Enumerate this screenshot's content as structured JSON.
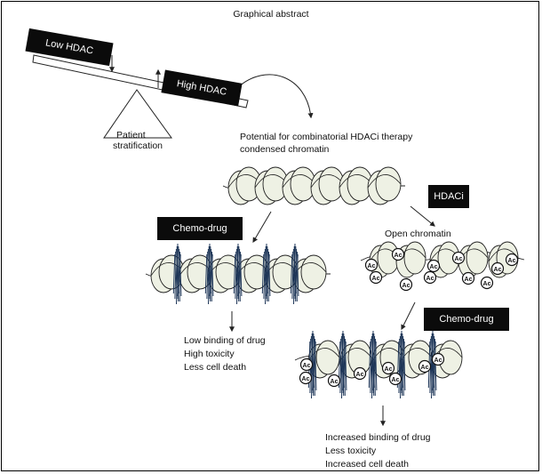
{
  "title": "Graphical abstract",
  "seesaw": {
    "low_label": "Low HDAC",
    "high_label": "High HDAC",
    "fulcrum_line1": "Patient",
    "fulcrum_line2": "stratification"
  },
  "potential_line1": "Potential for combinatorial HDACi therapy",
  "potential_line2": "condensed chromatin",
  "hdaci_label": "HDACi",
  "open_chromatin_label": "Open chromatin",
  "chemo_left_label": "Chemo-drug",
  "chemo_right_label": "Chemo-drug",
  "outcome_left": [
    "Low binding of drug",
    "High toxicity",
    "Less cell death"
  ],
  "outcome_right": [
    "Increased binding of drug",
    "Less toxicity",
    "Increased cell death"
  ],
  "acetyl_mark": "Ac",
  "colors": {
    "nucleosome_fill": "#eef1e4",
    "drug_spike": "#1d3557",
    "box": "#0b0b0b"
  }
}
